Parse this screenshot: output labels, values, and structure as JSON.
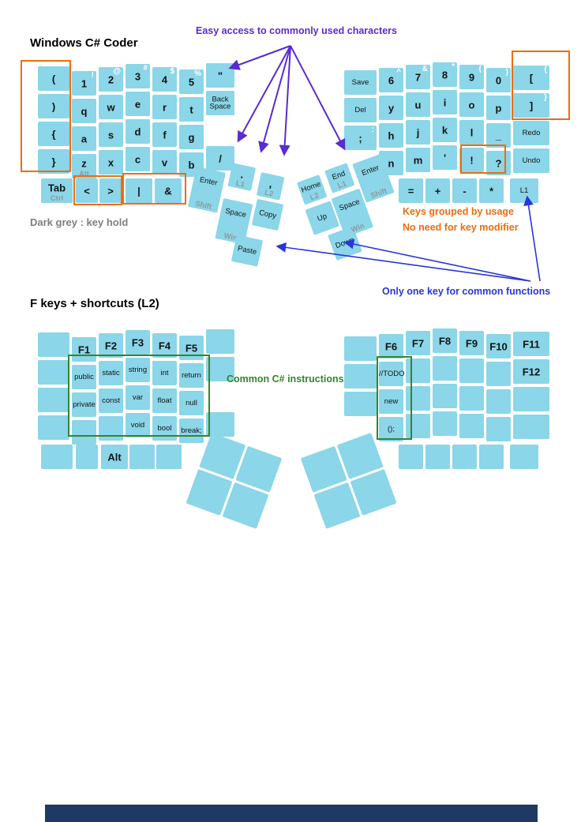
{
  "titles": {
    "layer1": "Windows C# Coder",
    "layer2": "F keys + shortcuts (L2)"
  },
  "annotations": {
    "easy_access": "Easy access to commonly used characters",
    "key_hold": "Dark grey : key hold",
    "grouped_line1": "Keys grouped by usage",
    "grouped_line2": "No need for key modifier",
    "one_key": "Only one key for common functions",
    "csharp_instructions": "Common C# instructions"
  },
  "colors": {
    "key_fill": "#8bd6e8",
    "purple": "#5a2bd0",
    "blue": "#2936d8",
    "orange": "#ef6c0c",
    "green": "#35842f",
    "grey_hold": "#8f999e",
    "footer": "#203864"
  },
  "layer1": {
    "left": {
      "rows": [
        [
          {
            "t": "("
          },
          {
            "t": "1",
            "s": "!"
          },
          {
            "t": "2",
            "s": "@"
          },
          {
            "t": "3",
            "s": "#"
          },
          {
            "t": "4",
            "s": "$"
          },
          {
            "t": "5",
            "s": "%"
          },
          {
            "t": "\""
          }
        ],
        [
          {
            "t": ")"
          },
          {
            "t": "q"
          },
          {
            "t": "w"
          },
          {
            "t": "e"
          },
          {
            "t": "r"
          },
          {
            "t": "t"
          },
          {
            "t": "Back Space",
            "sm": 1
          }
        ],
        [
          {
            "t": "{"
          },
          {
            "t": "a"
          },
          {
            "t": "s"
          },
          {
            "t": "d"
          },
          {
            "t": "f"
          },
          {
            "t": "g"
          },
          null
        ],
        [
          {
            "t": "}"
          },
          {
            "t": "z",
            "h": "Alt"
          },
          {
            "t": "x"
          },
          {
            "t": "c"
          },
          {
            "t": "v"
          },
          {
            "t": "b"
          },
          {
            "t": "/"
          }
        ]
      ],
      "bottom": [
        {
          "t": "Tab",
          "h": "Ctrl"
        },
        {
          "t": "<"
        },
        {
          "t": ">"
        },
        {
          "t": "|"
        },
        {
          "t": "&"
        }
      ]
    },
    "right": {
      "rows": [
        [
          {
            "t": "Save",
            "sm": 1
          },
          {
            "t": "6",
            "s": "^"
          },
          {
            "t": "7",
            "s": "&"
          },
          {
            "t": "8",
            "s": "*"
          },
          {
            "t": "9",
            "s": "("
          },
          {
            "t": "0",
            "s": ")"
          },
          {
            "t": "[",
            "s": "{"
          }
        ],
        [
          {
            "t": "Del",
            "sm": 1
          },
          {
            "t": "y"
          },
          {
            "t": "u"
          },
          {
            "t": "i"
          },
          {
            "t": "o"
          },
          {
            "t": "p"
          },
          {
            "t": "]",
            "s": "}"
          }
        ],
        [
          {
            "t": ";",
            "s": ":"
          },
          {
            "t": "h"
          },
          {
            "t": "j"
          },
          {
            "t": "k"
          },
          {
            "t": "l"
          },
          {
            "t": "_"
          },
          {
            "t": "Redo",
            "sm": 1
          }
        ],
        [
          null,
          {
            "t": "n"
          },
          {
            "t": "m"
          },
          {
            "t": "'"
          },
          {
            "t": "!"
          },
          {
            "t": "?"
          },
          {
            "t": "Undo",
            "sm": 1
          }
        ]
      ],
      "bottom": [
        {
          "t": "="
        },
        {
          "t": "+"
        },
        {
          "t": "-"
        },
        {
          "t": "*"
        },
        {
          "t": "L1",
          "sm": 1
        }
      ]
    },
    "thumb_left": {
      "keys": [
        {
          "t": "Enter",
          "h": "Shift",
          "sm": 1
        },
        {
          "t": "Space",
          "h": "Win",
          "sm": 1
        },
        {
          "t": ".",
          "h": "L1"
        },
        {
          "t": "Copy",
          "sm": 1
        },
        {
          "t": "Paste",
          "sm": 1
        },
        {
          "t": ",",
          "h": "L2"
        }
      ]
    },
    "thumb_right": {
      "keys": [
        {
          "t": "Home",
          "h": "L2",
          "sm": 1
        },
        {
          "t": "End",
          "h": "L1",
          "sm": 1
        },
        {
          "t": "Up",
          "sm": 1
        },
        {
          "t": "Down",
          "sm": 1
        },
        {
          "t": "Enter",
          "h": "Shift",
          "sm": 1
        },
        {
          "t": "Space",
          "h": "Win",
          "sm": 1
        }
      ]
    }
  },
  "layer2": {
    "left": {
      "rows": [
        [
          {},
          {
            "t": "F1"
          },
          {
            "t": "F2"
          },
          {
            "t": "F3"
          },
          {
            "t": "F4"
          },
          {
            "t": "F5"
          },
          {}
        ],
        [
          {},
          {
            "t": "public",
            "sm": 1
          },
          {
            "t": "static",
            "sm": 1
          },
          {
            "t": "string",
            "sm": 1
          },
          {
            "t": "int",
            "sm": 1
          },
          {
            "t": "return",
            "sm": 1
          },
          {}
        ],
        [
          {},
          {
            "t": "private",
            "sm": 1
          },
          {
            "t": "const",
            "sm": 1
          },
          {
            "t": "var",
            "sm": 1
          },
          {
            "t": "float",
            "sm": 1
          },
          {
            "t": "null",
            "sm": 1
          },
          null
        ],
        [
          {},
          {},
          {},
          {
            "t": "void",
            "sm": 1
          },
          {
            "t": "bool",
            "sm": 1
          },
          {
            "t": "break;",
            "sm": 1
          },
          {}
        ]
      ],
      "bottom": [
        {},
        {},
        {
          "t": "Alt"
        },
        {},
        {}
      ]
    },
    "right": {
      "rows": [
        [
          {},
          {
            "t": "F6"
          },
          {
            "t": "F7"
          },
          {
            "t": "F8"
          },
          {
            "t": "F9"
          },
          {
            "t": "F10"
          },
          {
            "t": "F11"
          }
        ],
        [
          {},
          {
            "t": "//TODO",
            "sm": 1
          },
          {},
          {},
          {},
          {},
          {
            "t": "F12"
          }
        ],
        [
          {},
          {
            "t": "new",
            "sm": 1
          },
          {},
          {},
          {},
          {},
          {}
        ],
        [
          null,
          {
            "t": "();",
            "sm": 1
          },
          {},
          {},
          {},
          {},
          {}
        ]
      ],
      "bottom": [
        {},
        {},
        {},
        {},
        {}
      ]
    },
    "thumb_left": {
      "keys": [
        {},
        {},
        {},
        {}
      ]
    },
    "thumb_right": {
      "keys": [
        {},
        {},
        {},
        {}
      ]
    }
  }
}
